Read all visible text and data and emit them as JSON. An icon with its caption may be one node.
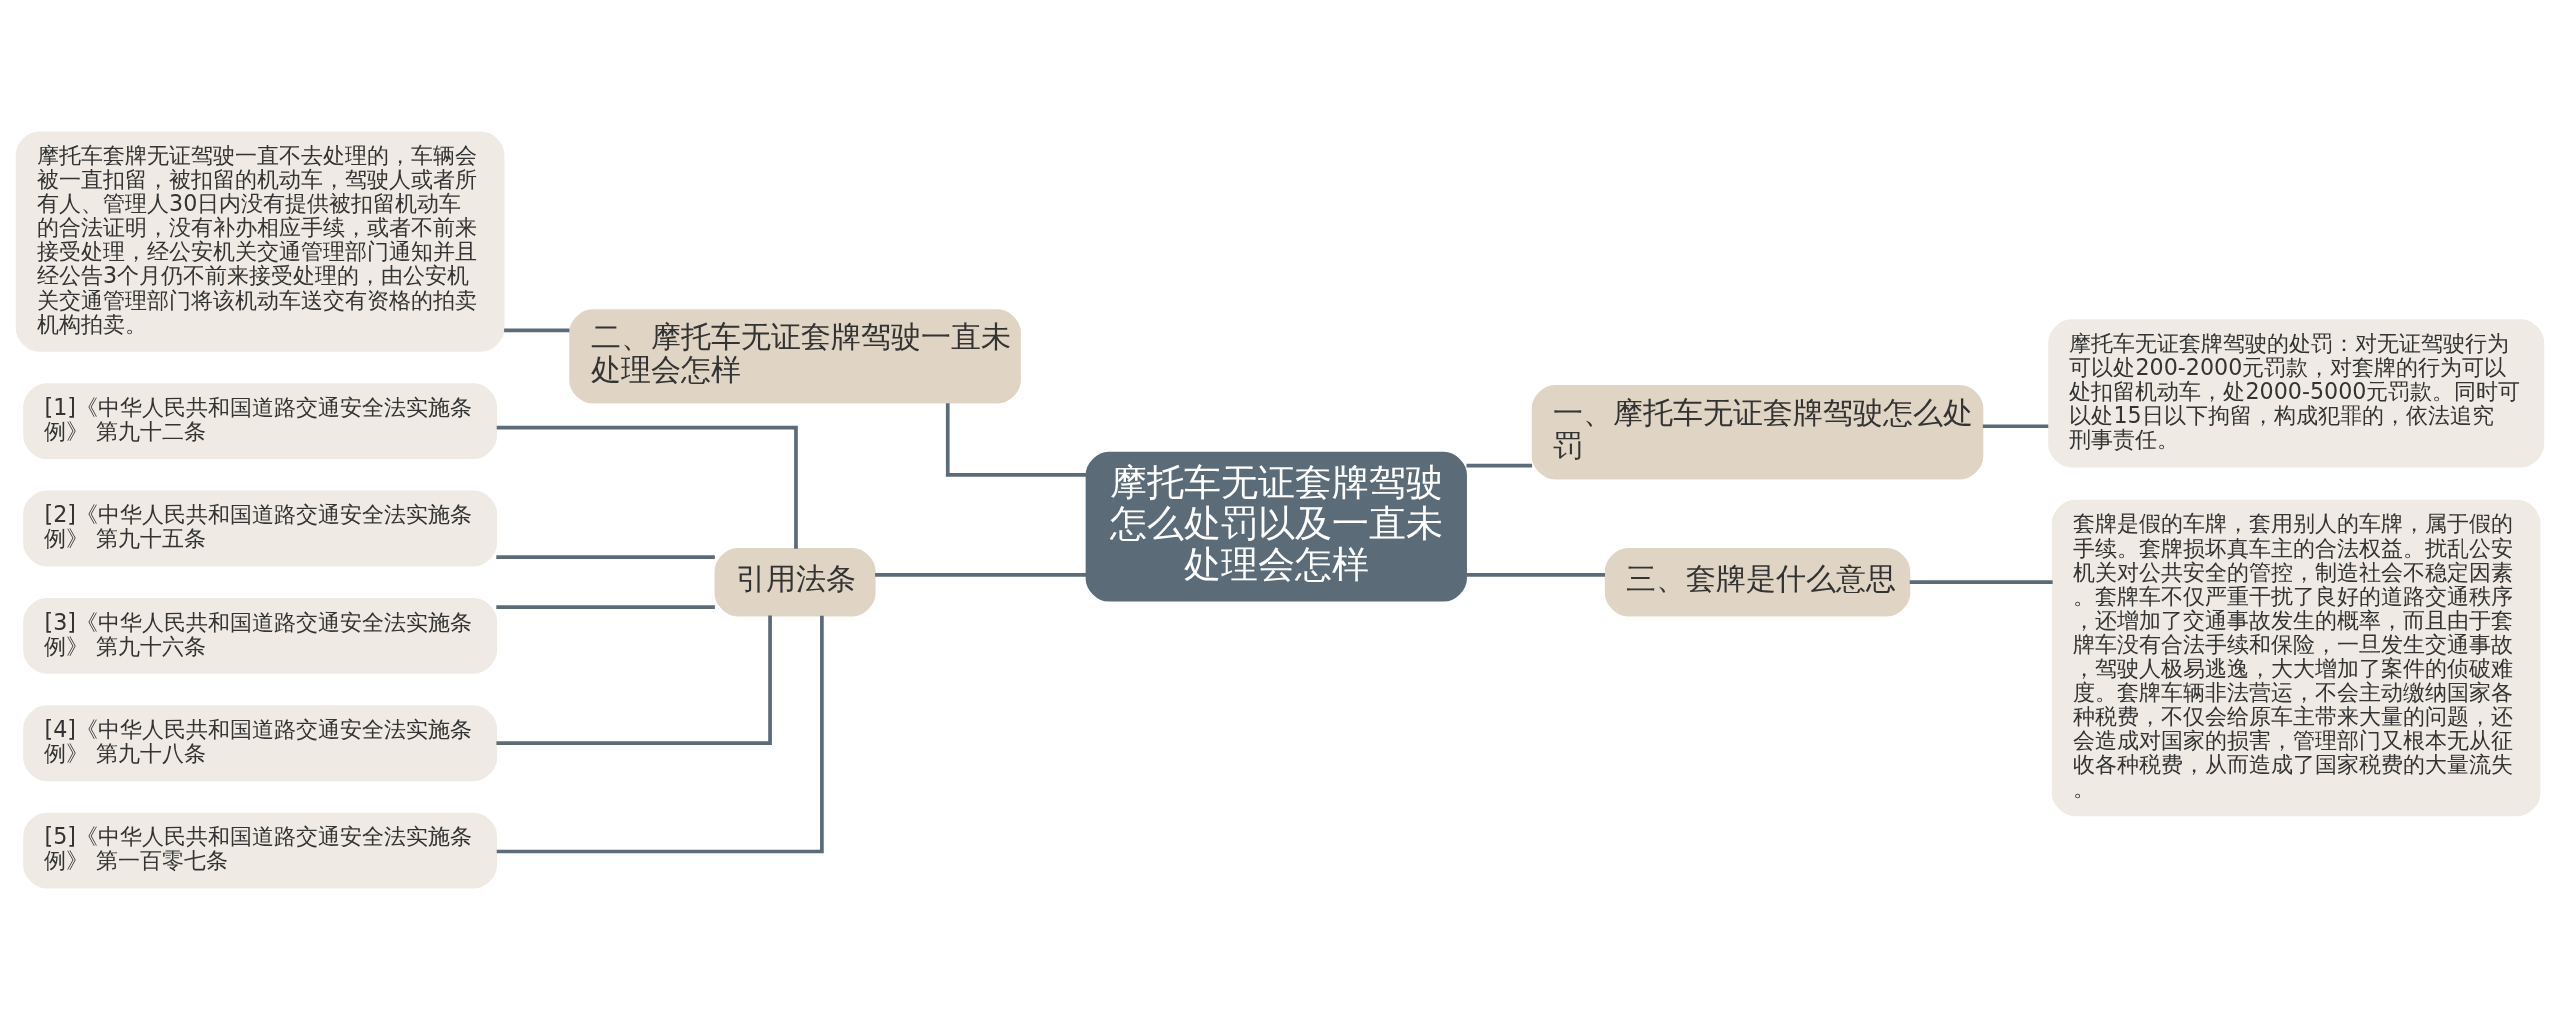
{
  "diagram": {
    "nodes": [
      {
        "text": [
          "摩托车无证套牌驾驶怎么处罚以及一直未处理会怎样"
        ]
      },
      {
        "text": [
          "二、摩托车无证套牌驾驶一直未处理会怎样"
        ]
      },
      {
        "text": [
          "摩托车套牌无证驾驶一直不去处理的，车辆会被一直扣留，被扣留的机动车，驾驶人或者所有人、管理人30日内没有提供被扣留机动车的合法证明，没有补办相应手续，或者不前来接受处理，经公安机关交通管理部门通知并且经公告3个月仍不前来接受处理的，由公安机关交通管理部门将该机动车送交有资格的拍卖机构拍卖。"
        ]
      },
      {
        "text": [
          "引用法条"
        ]
      },
      {
        "text": [
          "[1]《中华人民共和国道路交通安全法实施条例》 第九十二条"
        ]
      },
      {
        "text": [
          "[2]《中华人民共和国道路交通安全法实施条例》 第九十五条"
        ]
      },
      {
        "text": [
          "[3]《中华人民共和国道路交通安全法实施条例》 第九十六条"
        ]
      },
      {
        "text": [
          "[4]《中华人民共和国道路交通安全法实施条例》 第九十八条"
        ]
      },
      {
        "text": [
          "[5]《中华人民共和国道路交通安全法实施条例》 第一百零七条"
        ]
      },
      {
        "text": [
          "一、摩托车无证套牌驾驶怎么处罚"
        ]
      },
      {
        "text": [
          "摩托车无证套牌驾驶的处罚：对无证驾驶行为可以处200-2000元罚款，对套牌的行为可以处扣留机动车，处2000-5000元罚款。同时可以处15日以下拘留，构成犯罪的，依法追究刑事责任。"
        ]
      },
      {
        "text": [
          "三、套牌是什么意思"
        ]
      },
      {
        "text": [
          "套牌是假的车牌，套用别人的车牌，属于假的手续。套牌损坏真车主的合法权益。扰乱公安机关对公共安全的管控，制造社会不稳定因素。套牌车不仅严重干扰了良好的道路交通秩序，还增加了交通事故发生的概率，而且由于套牌车没有合法手续和保险，一旦发生交通事故，驾驶人极易逃逸，大大增加了案件的侦破难度。套牌车辆非法营运，不会主动缴纳国家各种税费，不仅会给原车主带来大量的问题，还会造成对国家的损害，管理部门又根本无从征收各种税费，从而造成了国家税费的大量流失。"
        ]
      }
    ],
    "edges": [
      {
        "from": 0,
        "to": 1,
        "arrow": "none"
      },
      {
        "from": 1,
        "to": 2,
        "arrow": "none"
      },
      {
        "from": 0,
        "to": 3,
        "arrow": "none"
      },
      {
        "from": 3,
        "to": 4,
        "arrow": "none"
      },
      {
        "from": 3,
        "to": 5,
        "arrow": "none"
      },
      {
        "from": 3,
        "to": 6,
        "arrow": "none"
      },
      {
        "from": 3,
        "to": 7,
        "arrow": "none"
      },
      {
        "from": 3,
        "to": 8,
        "arrow": "none"
      },
      {
        "from": 0,
        "to": 9,
        "arrow": "none"
      },
      {
        "from": 9,
        "to": 10,
        "arrow": "none"
      },
      {
        "from": 0,
        "to": 11,
        "arrow": "none"
      },
      {
        "from": 11,
        "to": 12,
        "arrow": "none"
      }
    ]
  }
}
